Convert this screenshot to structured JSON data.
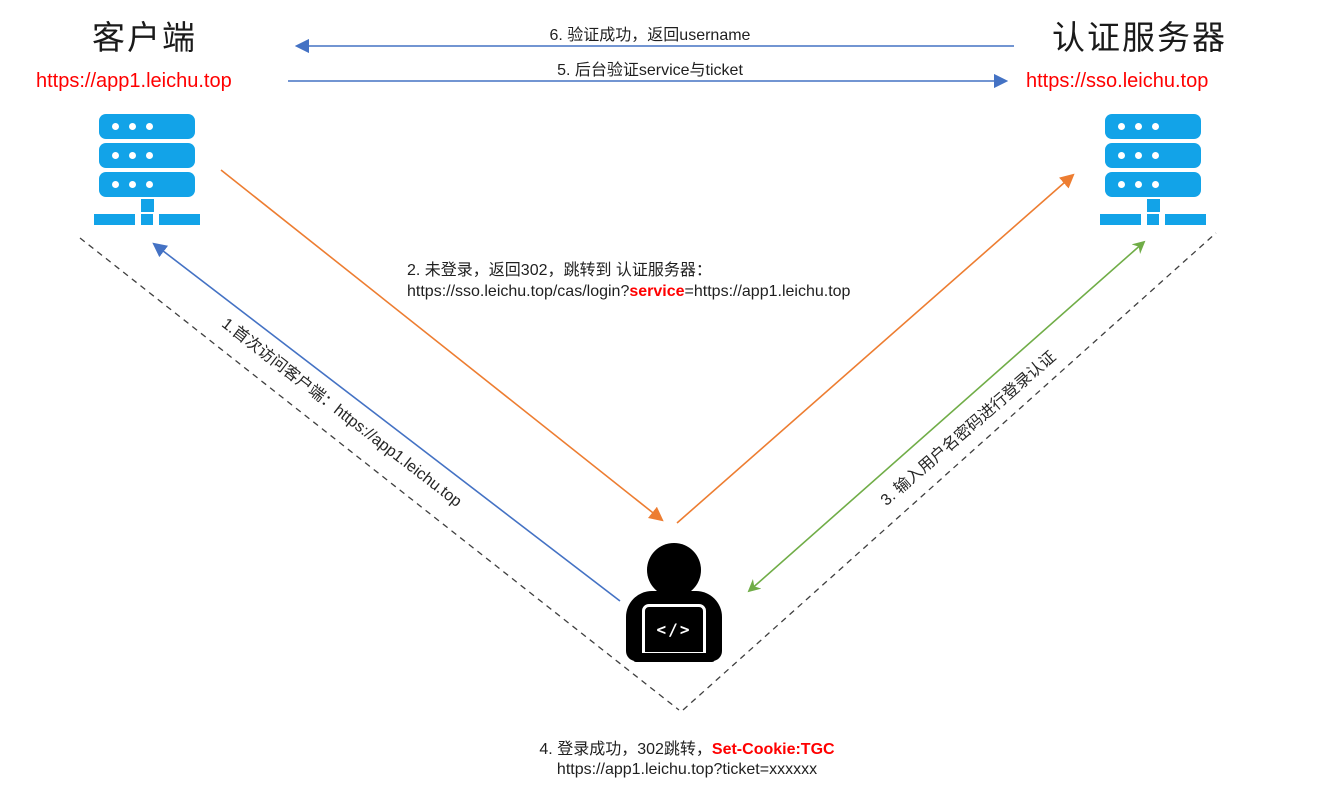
{
  "palette": {
    "arrow_blue": "#4472C4",
    "arrow_orange": "#ED7D31",
    "arrow_green": "#70AD47",
    "dashed_black": "#3f3f3f",
    "server_blue": "#12A3E8",
    "highlight_red": "#FF0000",
    "text_black": "#1f1f1f"
  },
  "client": {
    "title": "客户端",
    "url": "https://app1.leichu.top"
  },
  "auth_server": {
    "title": "认证服务器",
    "url": "https://sso.leichu.top"
  },
  "user": {
    "laptop_glyph": "</>"
  },
  "messages": {
    "step1": {
      "label": "1.首次访问客户端：https://app1.leichu.top"
    },
    "step2": {
      "line1": "2. 未登录，返回302，跳转到 认证服务器：",
      "url_prefix": "https://sso.leichu.top/cas/login?",
      "url_highlight": "service",
      "url_suffix": "=https://app1.leichu.top"
    },
    "step3": {
      "label": "3. 输入用户名密码进行登录认证"
    },
    "step4": {
      "prefix": "4. 登录成功，302跳转，",
      "highlight": "Set-Cookie:TGC",
      "line2": "https://app1.leichu.top?ticket=xxxxxx"
    },
    "step5": {
      "label": "5. 后台验证service与ticket"
    },
    "step6": {
      "label": "6. 验证成功，返回username"
    }
  }
}
